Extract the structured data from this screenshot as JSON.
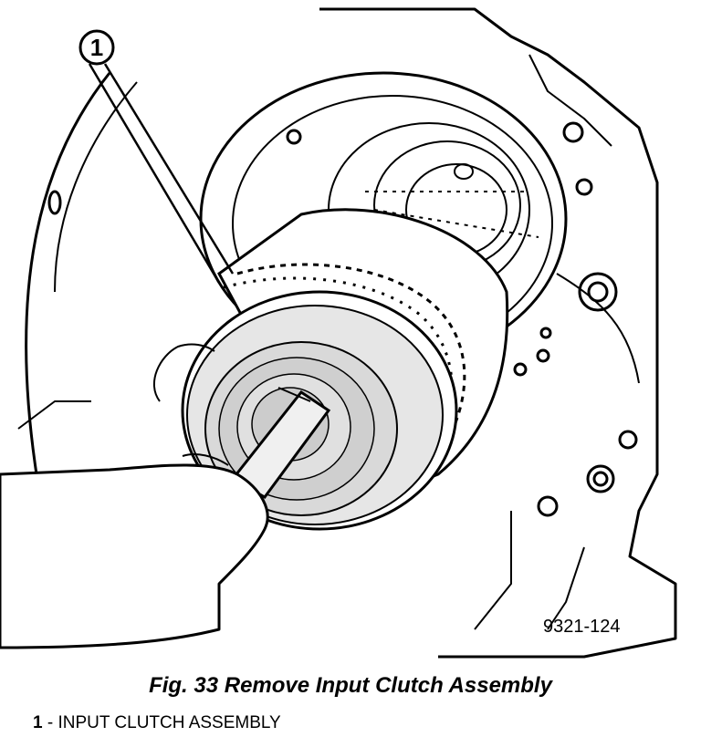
{
  "figure": {
    "callout_number": "1",
    "figure_id": "9321-124"
  },
  "caption": "Fig. 33 Remove Input Clutch Assembly",
  "legend": [
    {
      "number": "1",
      "separator": " - ",
      "label": "INPUT CLUTCH ASSEMBLY"
    }
  ]
}
